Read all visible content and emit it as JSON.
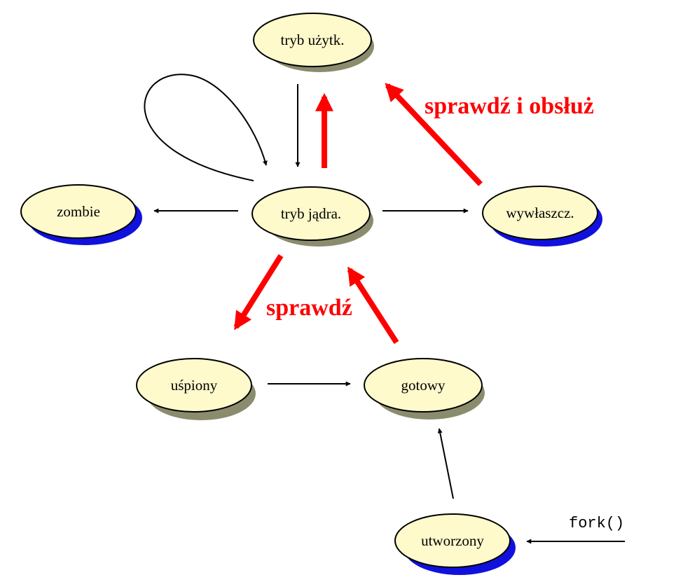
{
  "colors": {
    "node_fill": "#FFFACC",
    "node_stroke": "#000000",
    "shadow_gray": "#8B8B6E",
    "shadow_blue": "#1111DD",
    "arrow_black": "#000000",
    "arrow_red": "#FF0000"
  },
  "nodes": {
    "user_mode": "tryb użytk.",
    "kernel_mode": "tryb jądra.",
    "zombie": "zombie",
    "preempted": "wywłaszcz.",
    "sleeping": "uśpiony",
    "ready": "gotowy",
    "created": "utworzony"
  },
  "labels": {
    "check_and_handle": "sprawdź i obsłuż",
    "check": "sprawdź",
    "fork": "fork()"
  }
}
